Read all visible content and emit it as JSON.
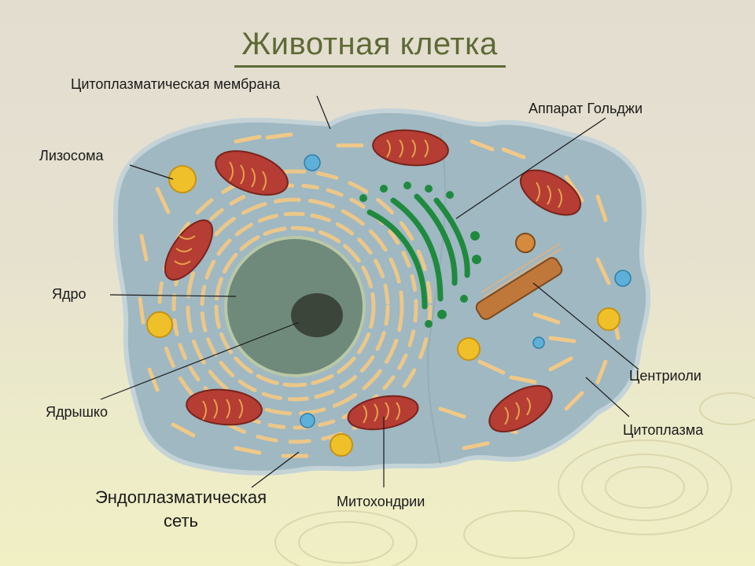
{
  "title": "Животная клетка",
  "labels": {
    "membrane": "Цитоплазматическая мембрана",
    "golgi": "Аппарат Гольджи",
    "lysosome": "Лизосома",
    "nucleus": "Ядро",
    "nucleolus": "Ядрышко",
    "er_line1": "Эндоплазматическая",
    "er_line2": "сеть",
    "mitochondria": "Митохондрии",
    "centrioles": "Центриоли",
    "cytoplasm": "Цитоплазма"
  },
  "colors": {
    "title": "#5e6a35",
    "cytoplasm": "#9fb8c2",
    "nucleus": "#6f8a7a",
    "nucleolus": "#3b453a",
    "mitochondrion": "#b53d33",
    "golgi": "#1f8a3e",
    "lysosome": "#f0c02a",
    "vesicle": "#5eb0d8",
    "centriole": "#c0773a",
    "er": "#f0c887"
  }
}
